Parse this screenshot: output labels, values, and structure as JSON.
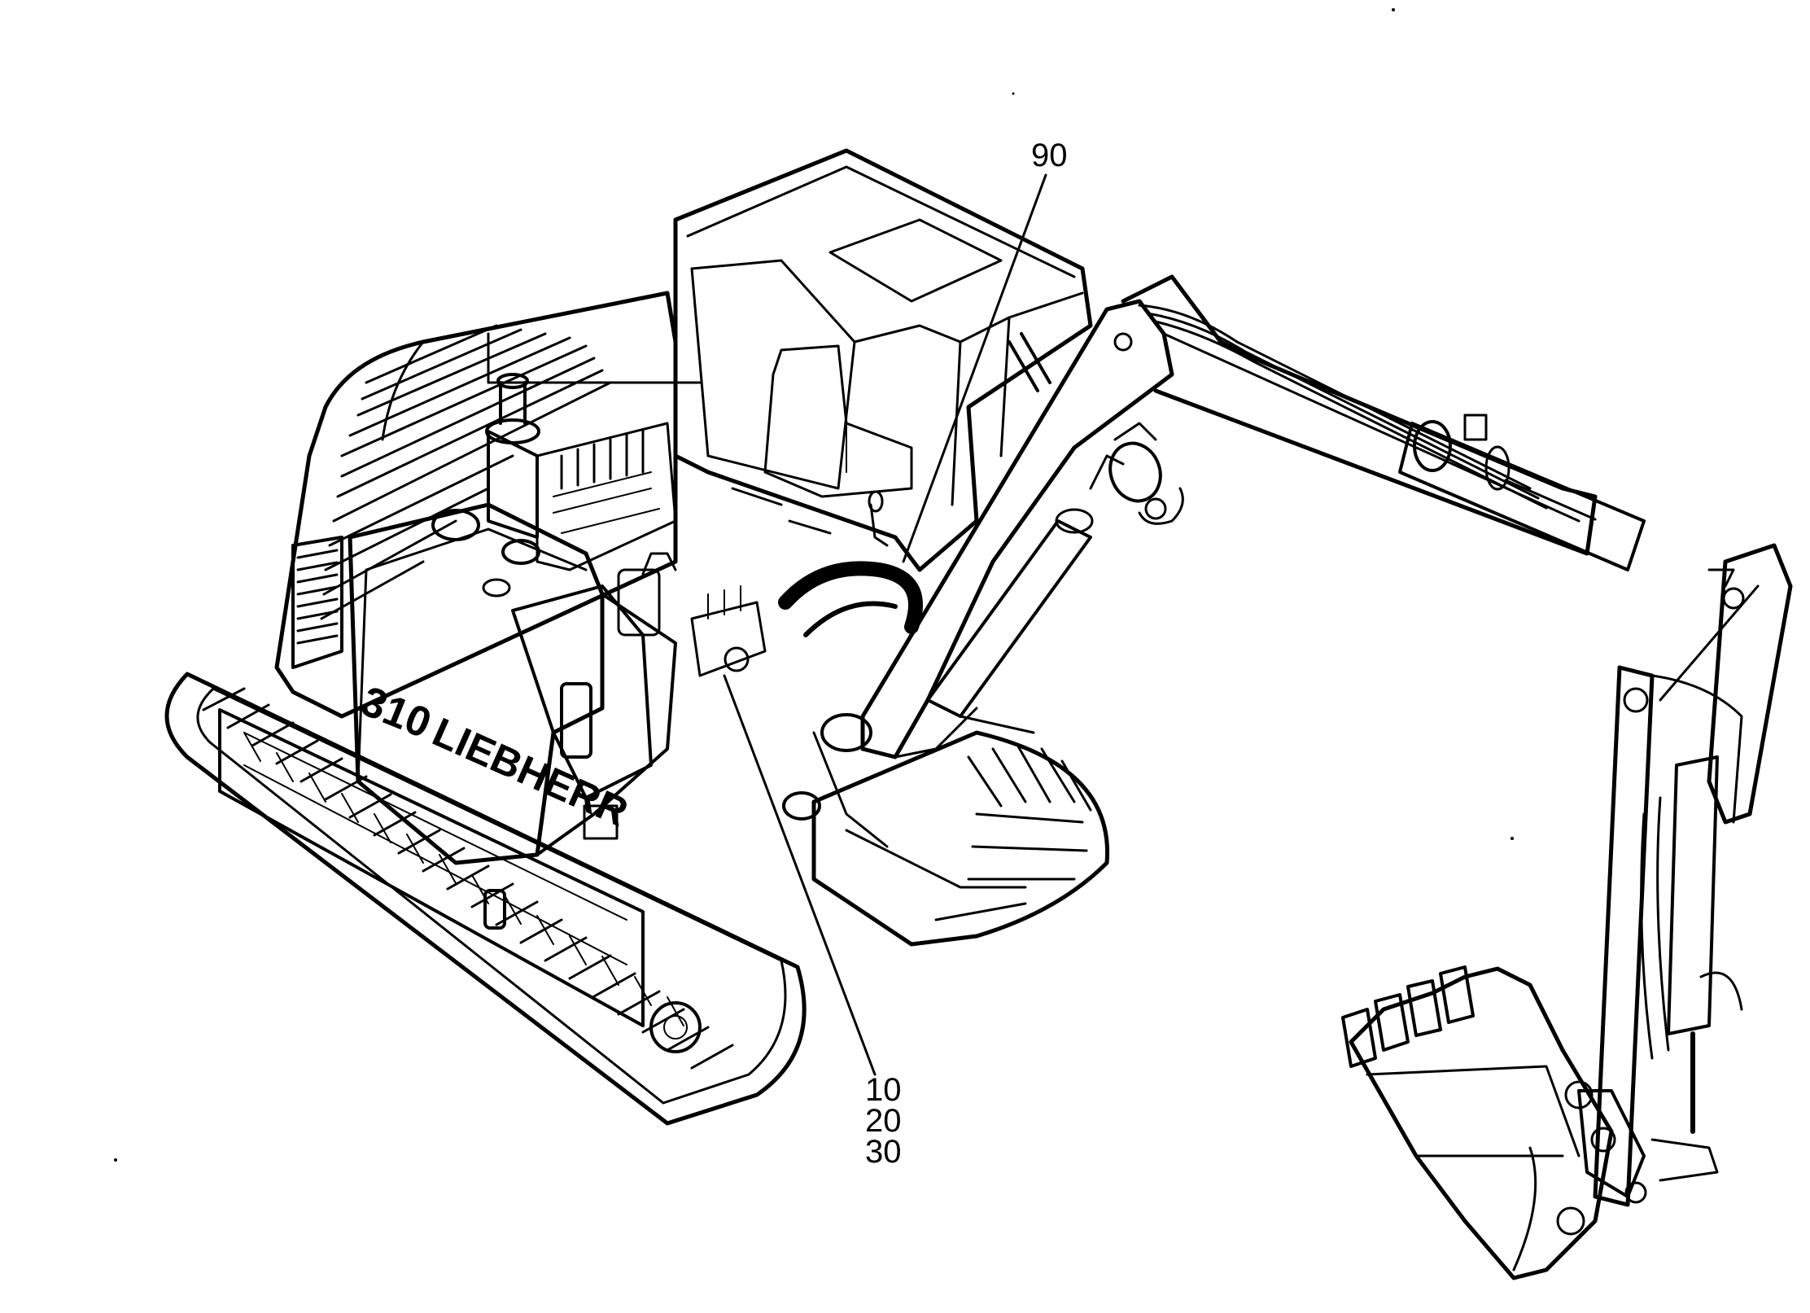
{
  "diagram": {
    "callouts": {
      "top": "90",
      "bottom": [
        "10",
        "20",
        "30"
      ]
    },
    "decals": {
      "model": "310",
      "brand": "LIEBHERR"
    }
  }
}
